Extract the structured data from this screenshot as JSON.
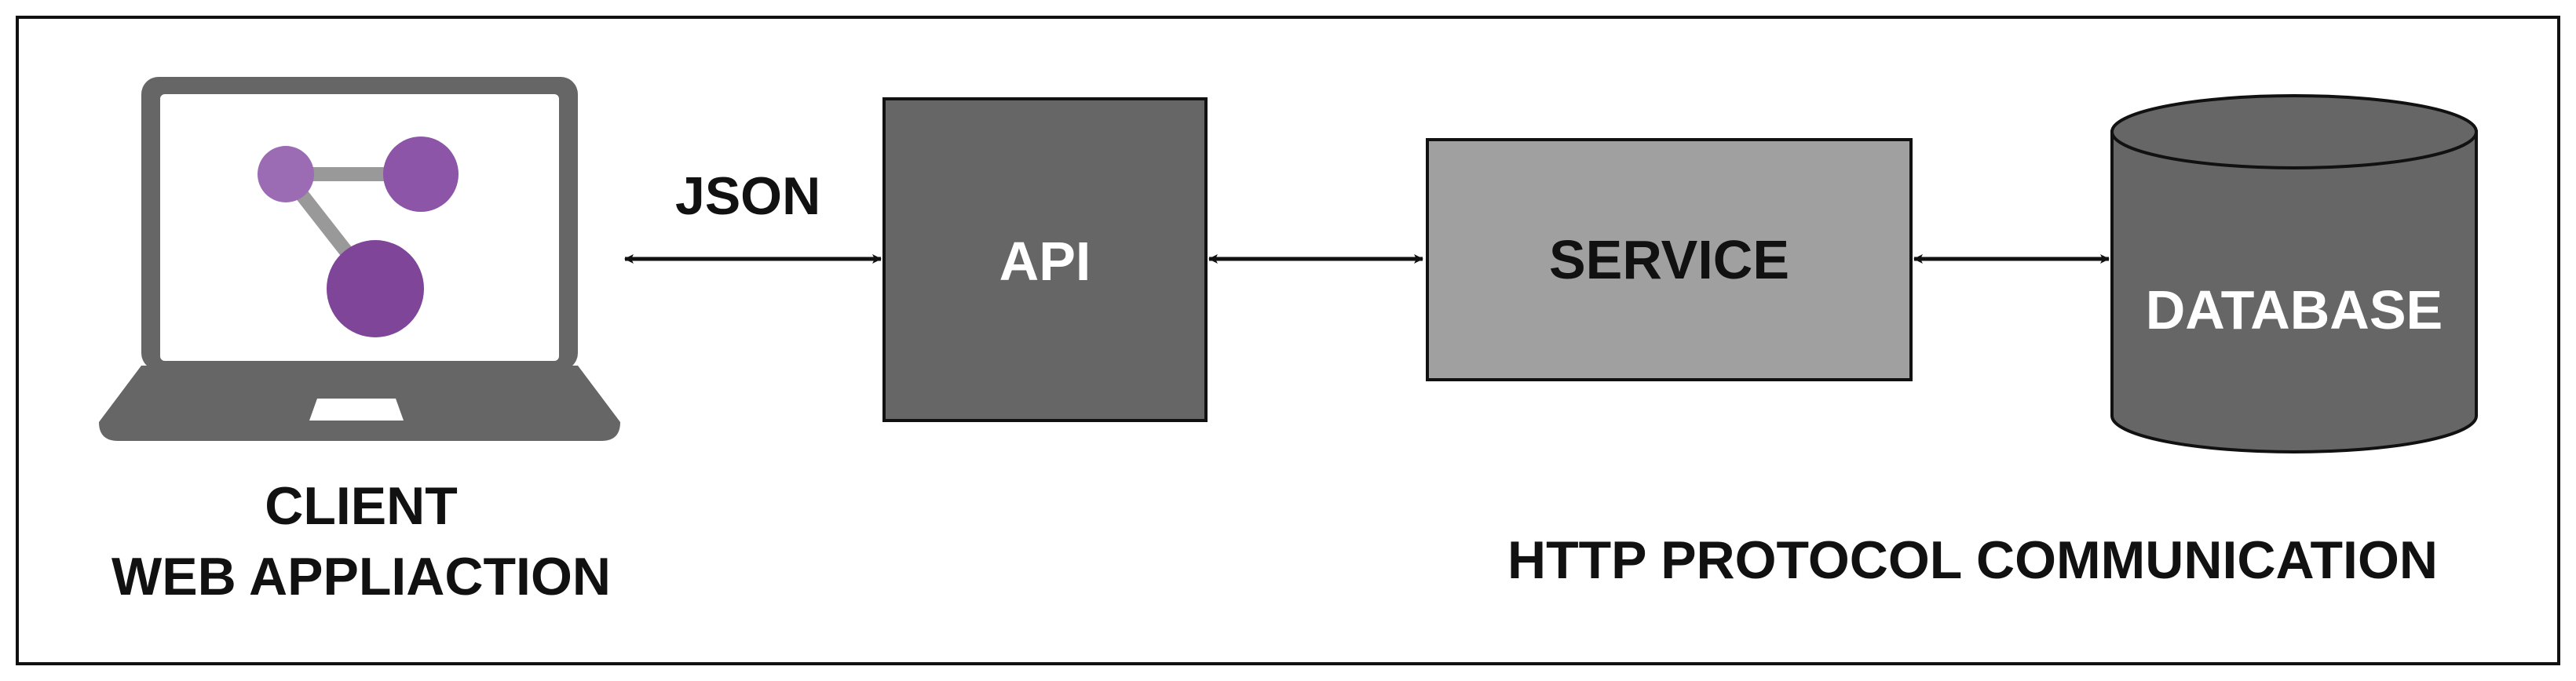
{
  "diagram": {
    "client": {
      "line1": "CLIENT",
      "line2": "WEB APPLIACTION"
    },
    "json_label": "JSON",
    "api_label": "API",
    "service_label": "SERVICE",
    "database_label": "DATABASE",
    "footer_label": "HTTP PROTOCOL COMMUNICATION"
  },
  "colors": {
    "laptop_gray": "#666666",
    "api_fill": "#666666",
    "service_fill": "#a0a0a0",
    "database_fill": "#666666",
    "node_small": "#9b6bb3",
    "node_medium": "#8c55a8",
    "node_large": "#7f4599",
    "connector_gray": "#999999",
    "border": "#111111"
  }
}
